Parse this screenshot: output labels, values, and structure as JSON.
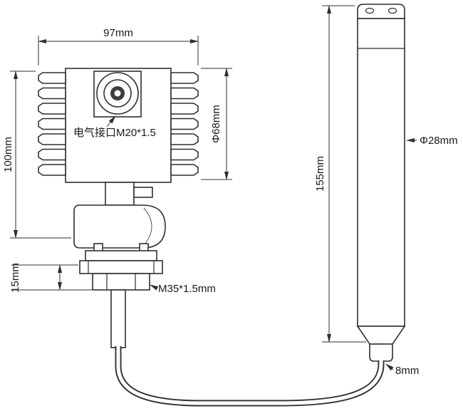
{
  "diagram": {
    "type": "technical-dimension-drawing",
    "subject": "pressure transmitter with remote cylindrical probe",
    "line_color": "#2f2f2f",
    "text_color": "#1a1a1a",
    "labels": {
      "top_width": "97mm",
      "left_height": "100mm",
      "flange_height": "15mm",
      "body_diameter": "Φ68mm",
      "electrical_interface": "电气接口M20*1.5",
      "process_thread": "M35*1.5mm",
      "probe_length": "155mm",
      "probe_diameter": "Φ28mm",
      "cable_diameter": "8mm"
    }
  }
}
